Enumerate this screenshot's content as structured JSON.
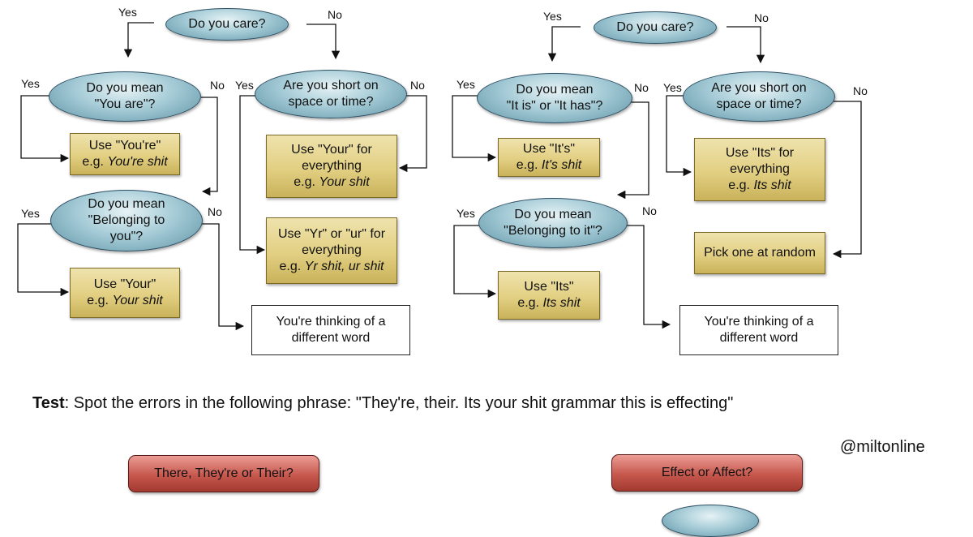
{
  "left": {
    "start": "Do you care?",
    "q1": [
      "Do you mean",
      "\"You are\"?"
    ],
    "q2": [
      "Are you short on",
      "space or time?"
    ],
    "q3": [
      "Do you mean",
      "\"Belonging to",
      "you\"?"
    ],
    "box_youre": {
      "line1": "Use \"You're\"",
      "ex_pre": "e.g. ",
      "ex": "You're shit"
    },
    "box_your_everything": {
      "line1": "Use \"Your\" for",
      "line2": "everything",
      "ex_pre": "e.g. ",
      "ex": "Your shit"
    },
    "box_yr": {
      "line1": "Use \"Yr\" or \"ur\" for",
      "line2": "everything",
      "ex_pre": "e.g. ",
      "ex": "Yr shit, ur shit"
    },
    "box_your": {
      "line1": "Use \"Your\"",
      "ex_pre": "e.g. ",
      "ex": "Your shit"
    },
    "box_other": [
      "You're thinking of a",
      "different word"
    ]
  },
  "right": {
    "start": "Do you care?",
    "q1": [
      "Do you mean",
      "\"It is\" or \"It has\"?"
    ],
    "q2": [
      "Are you short on",
      "space or time?"
    ],
    "q3": [
      "Do you mean",
      "\"Belonging to it\"?"
    ],
    "box_its": {
      "line1": "Use \"It's\"",
      "ex_pre": "e.g. ",
      "ex": "It's shit"
    },
    "box_its_everything": {
      "line1": "Use \"Its\" for",
      "line2": "everything",
      "ex_pre": "e.g. ",
      "ex": "Its shit"
    },
    "box_random": "Pick one at random",
    "box_its2": {
      "line1": "Use \"Its\"",
      "ex_pre": "e.g. ",
      "ex": "Its shit"
    },
    "box_other": [
      "You're thinking of a",
      "different word"
    ]
  },
  "labels": {
    "yes": "Yes",
    "no": "No"
  },
  "test": {
    "label": "Test",
    "text": ": Spot the errors in the following phrase: \"They're, their. Its your shit grammar this is effecting\""
  },
  "handle": "@miltonline",
  "bottom": {
    "there": "There, They're or Their?",
    "effect": "Effect or Affect?"
  }
}
